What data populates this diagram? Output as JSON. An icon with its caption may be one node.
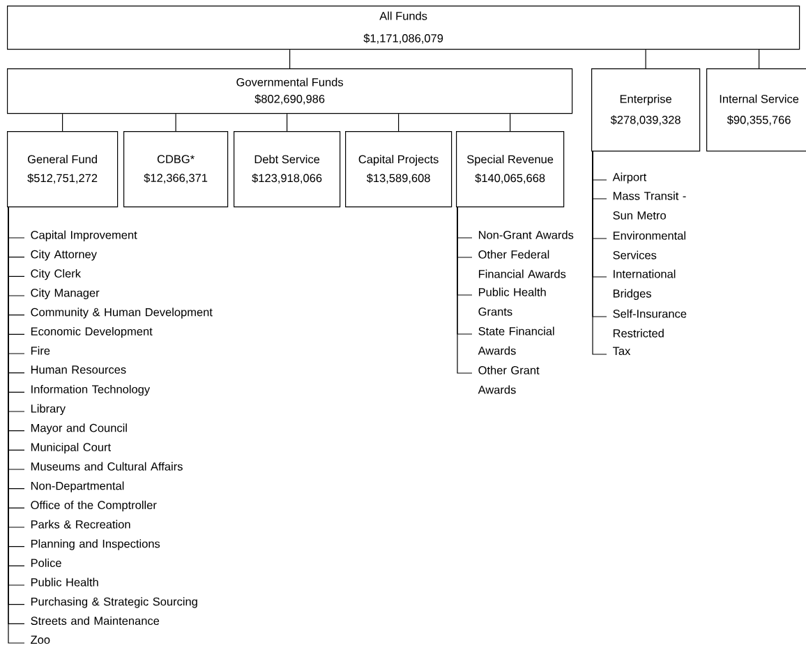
{
  "diagram": {
    "nodes": [
      {
        "text": [
          "All Funds",
          "$1,171,086,079"
        ]
      },
      {
        "text": [
          "Governmental Funds",
          "$802,690,986"
        ]
      },
      {
        "text": [
          "Enterprise",
          "$278,039,328"
        ]
      },
      {
        "text": [
          "Internal Service",
          "$90,355,766"
        ]
      },
      {
        "text": [
          "General Fund",
          "$512,751,272"
        ]
      },
      {
        "text": [
          "CDBG*",
          "$12,366,371"
        ]
      },
      {
        "text": [
          "Debt Service",
          "$123,918,066"
        ]
      },
      {
        "text": [
          "Capital Projects",
          "$13,589,608"
        ]
      },
      {
        "text": [
          "Special Revenue",
          "$140,065,668"
        ]
      },
      {
        "text": [
          "Capital Improvement"
        ]
      },
      {
        "text": [
          "City Attorney"
        ]
      },
      {
        "text": [
          "City Clerk"
        ]
      },
      {
        "text": [
          "City Manager"
        ]
      },
      {
        "text": [
          "Community & Human Development"
        ]
      },
      {
        "text": [
          "Economic Development"
        ]
      },
      {
        "text": [
          "Fire"
        ]
      },
      {
        "text": [
          "Human Resources"
        ]
      },
      {
        "text": [
          "Information Technology"
        ]
      },
      {
        "text": [
          "Library"
        ]
      },
      {
        "text": [
          "Mayor and Council"
        ]
      },
      {
        "text": [
          "Municipal Court"
        ]
      },
      {
        "text": [
          "Museums and Cultural Affairs"
        ]
      },
      {
        "text": [
          "Non-Departmental"
        ]
      },
      {
        "text": [
          "Office of the Comptroller"
        ]
      },
      {
        "text": [
          "Parks & Recreation"
        ]
      },
      {
        "text": [
          "Planning and Inspections"
        ]
      },
      {
        "text": [
          "Police"
        ]
      },
      {
        "text": [
          "Public Health"
        ]
      },
      {
        "text": [
          "Purchasing & Strategic Sourcing"
        ]
      },
      {
        "text": [
          "Streets and Maintenance"
        ]
      },
      {
        "text": [
          "Zoo"
        ]
      },
      {
        "text": [
          "Non-Grant Awards"
        ]
      },
      {
        "text": [
          "Other Federal Financial Awards"
        ]
      },
      {
        "text": [
          "Public Health Grants"
        ]
      },
      {
        "text": [
          "State Financial Awards"
        ]
      },
      {
        "text": [
          "Other Grant Awards"
        ]
      },
      {
        "text": [
          "Airport"
        ]
      },
      {
        "text": [
          "Mass Transit - Sun Metro"
        ]
      },
      {
        "text": [
          "Environmental Services"
        ]
      },
      {
        "text": [
          "International Bridges"
        ]
      },
      {
        "text": [
          "Self-Insurance Restricted"
        ]
      },
      {
        "text": [
          "Tax"
        ]
      }
    ],
    "edges": [
      {
        "from": 0,
        "to": 1,
        "arrow": "none"
      },
      {
        "from": 0,
        "to": 2,
        "arrow": "none"
      },
      {
        "from": 0,
        "to": 3,
        "arrow": "none"
      },
      {
        "from": 1,
        "to": 4,
        "arrow": "none"
      },
      {
        "from": 1,
        "to": 5,
        "arrow": "none"
      },
      {
        "from": 1,
        "to": 6,
        "arrow": "none"
      },
      {
        "from": 1,
        "to": 7,
        "arrow": "none"
      },
      {
        "from": 1,
        "to": 8,
        "arrow": "none"
      },
      {
        "from": 4,
        "to": 9,
        "arrow": "none"
      },
      {
        "from": 4,
        "to": 10,
        "arrow": "none"
      },
      {
        "from": 4,
        "to": 11,
        "arrow": "none"
      },
      {
        "from": 4,
        "to": 12,
        "arrow": "none"
      },
      {
        "from": 4,
        "to": 13,
        "arrow": "none"
      },
      {
        "from": 4,
        "to": 14,
        "arrow": "none"
      },
      {
        "from": 4,
        "to": 15,
        "arrow": "none"
      },
      {
        "from": 4,
        "to": 16,
        "arrow": "none"
      },
      {
        "from": 4,
        "to": 17,
        "arrow": "none"
      },
      {
        "from": 4,
        "to": 18,
        "arrow": "none"
      },
      {
        "from": 4,
        "to": 19,
        "arrow": "none"
      },
      {
        "from": 4,
        "to": 20,
        "arrow": "none"
      },
      {
        "from": 4,
        "to": 21,
        "arrow": "none"
      },
      {
        "from": 4,
        "to": 22,
        "arrow": "none"
      },
      {
        "from": 4,
        "to": 23,
        "arrow": "none"
      },
      {
        "from": 4,
        "to": 24,
        "arrow": "none"
      },
      {
        "from": 4,
        "to": 25,
        "arrow": "none"
      },
      {
        "from": 4,
        "to": 26,
        "arrow": "none"
      },
      {
        "from": 4,
        "to": 27,
        "arrow": "none"
      },
      {
        "from": 4,
        "to": 28,
        "arrow": "none"
      },
      {
        "from": 4,
        "to": 29,
        "arrow": "none"
      },
      {
        "from": 4,
        "to": 30,
        "arrow": "none"
      },
      {
        "from": 8,
        "to": 31,
        "arrow": "none"
      },
      {
        "from": 8,
        "to": 32,
        "arrow": "none"
      },
      {
        "from": 8,
        "to": 33,
        "arrow": "none"
      },
      {
        "from": 8,
        "to": 34,
        "arrow": "none"
      },
      {
        "from": 8,
        "to": 35,
        "arrow": "none"
      },
      {
        "from": 2,
        "to": 36,
        "arrow": "none"
      },
      {
        "from": 2,
        "to": 37,
        "arrow": "none"
      },
      {
        "from": 2,
        "to": 38,
        "arrow": "none"
      },
      {
        "from": 2,
        "to": 39,
        "arrow": "none"
      },
      {
        "from": 2,
        "to": 40,
        "arrow": "none"
      },
      {
        "from": 2,
        "to": 41,
        "arrow": "none"
      }
    ]
  }
}
